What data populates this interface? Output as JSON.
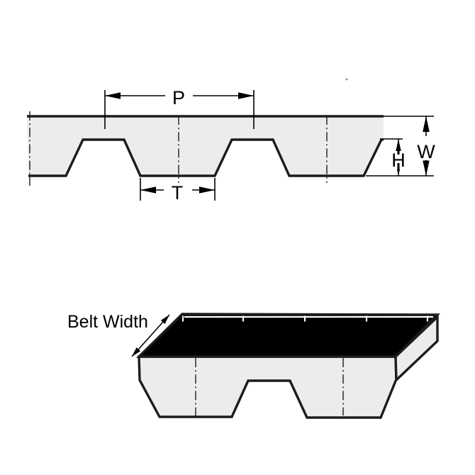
{
  "colors": {
    "background": "#ffffff",
    "belt_fill": "#ececec",
    "outline": "#1c1c1c",
    "top_face": "#000000"
  },
  "cross_section_view": {
    "pitch_label": "P",
    "tooth_width_label": "T",
    "tooth_height_label": "H",
    "thickness_label": "W"
  },
  "perspective_view": {
    "belt_width_label": "Belt Width"
  }
}
